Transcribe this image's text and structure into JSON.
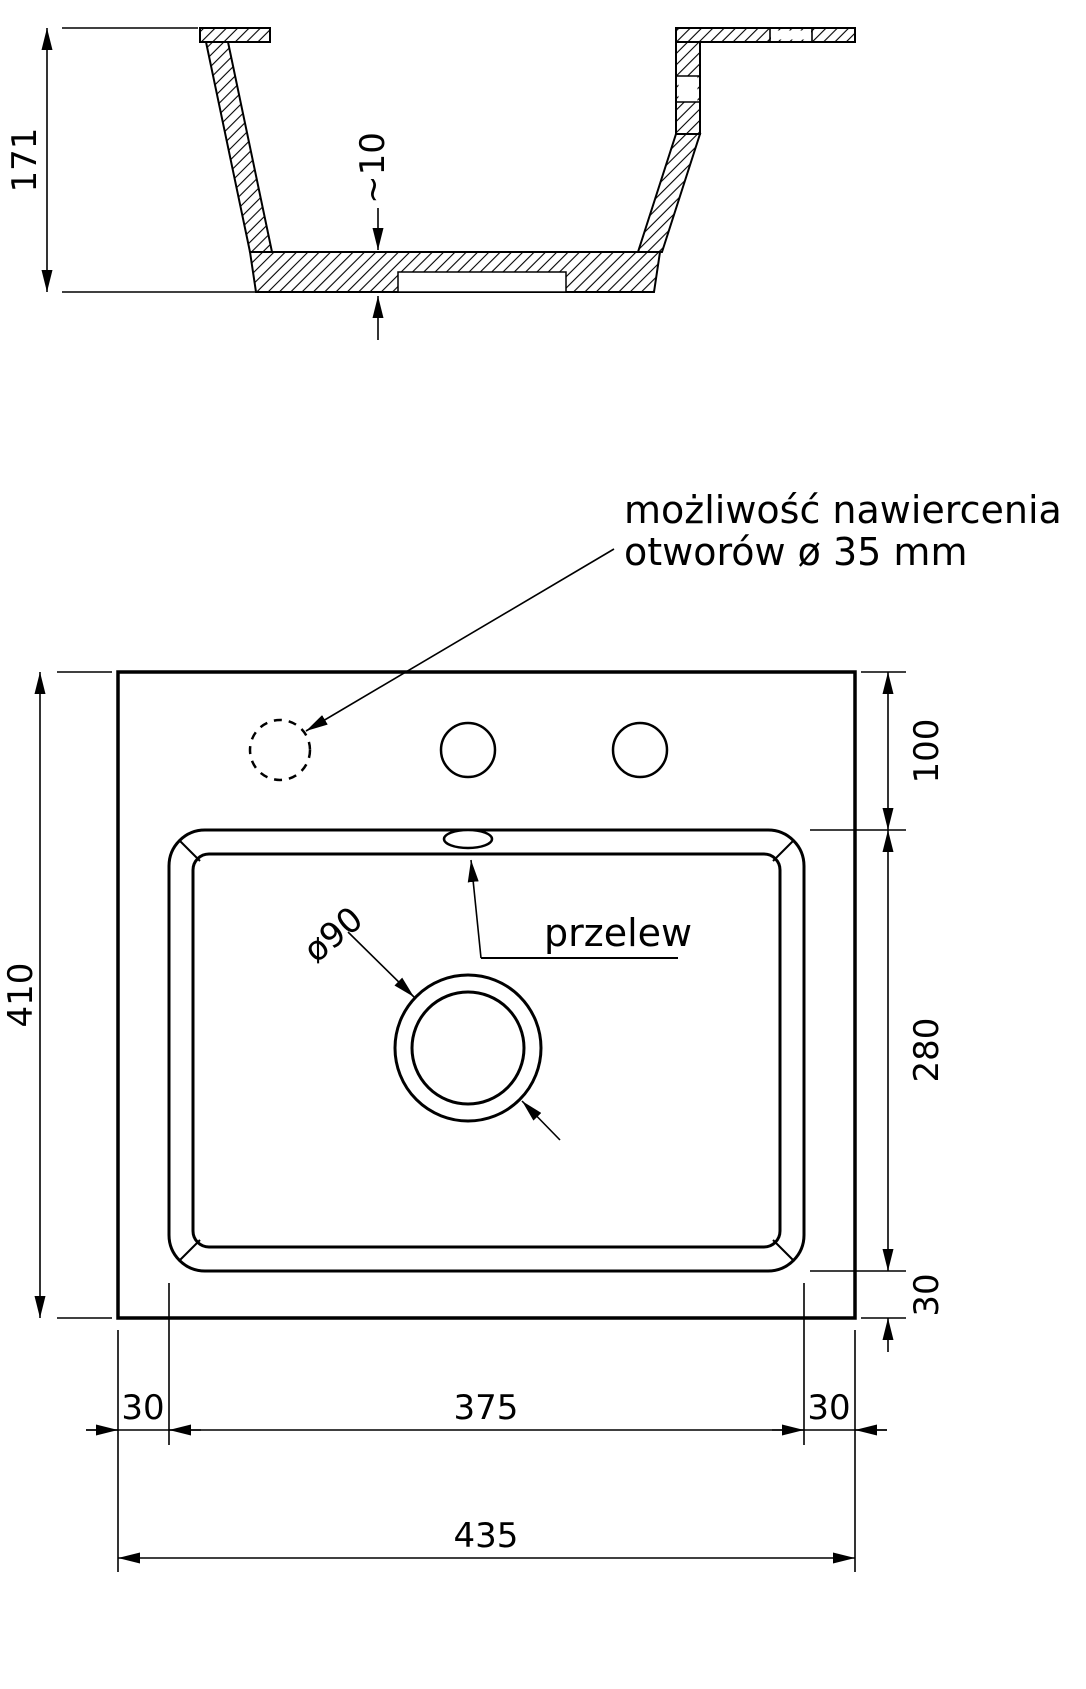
{
  "document": {
    "type": "technical-drawing",
    "subject": "single-bowl-sink",
    "line_color": "#000000",
    "background_color": "#ffffff"
  },
  "section_view": {
    "dim_depth": "171",
    "dim_bottom_thickness": "~10"
  },
  "top_view": {
    "dim_overall_height": "410",
    "dim_top_to_bowl": "100",
    "dim_bowl_height": "280",
    "dim_bowl_bottom_margin": "30",
    "dim_left_margin": "30",
    "dim_bowl_width": "375",
    "dim_right_margin": "30",
    "dim_overall_width": "435",
    "drain_diameter_label": "ø90",
    "overflow_label": "przelew",
    "drill_note_line1": "możliwość nawiercenia",
    "drill_note_line2": "otworów ø 35 mm"
  }
}
